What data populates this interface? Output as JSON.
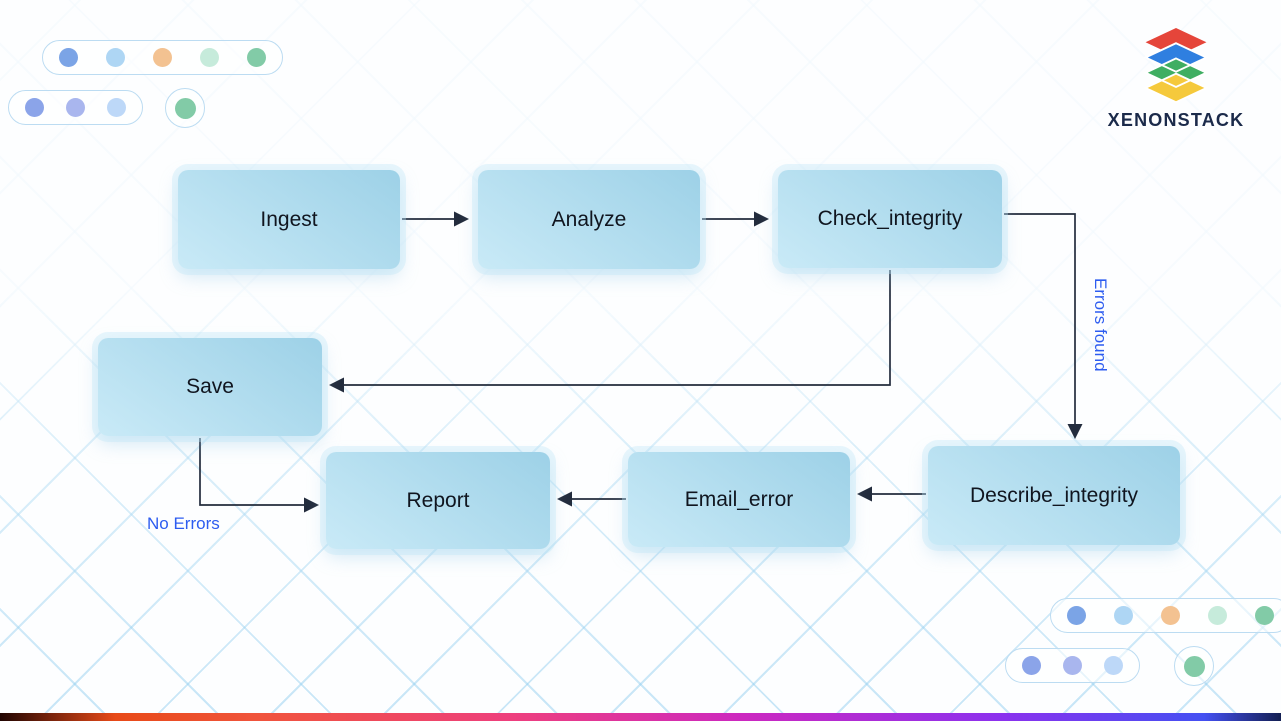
{
  "brand": {
    "name": "XENONSTACK"
  },
  "flowchart": {
    "nodes": [
      {
        "id": "ingest",
        "label": "Ingest"
      },
      {
        "id": "analyze",
        "label": "Analyze"
      },
      {
        "id": "check_integrity",
        "label": "Check_integrity"
      },
      {
        "id": "save",
        "label": "Save"
      },
      {
        "id": "report",
        "label": "Report"
      },
      {
        "id": "email_error",
        "label": "Email_error"
      },
      {
        "id": "describe_integrity",
        "label": "Describe_integrity"
      }
    ],
    "edges": [
      {
        "from": "Ingest",
        "to": "Analyze",
        "label": ""
      },
      {
        "from": "Analyze",
        "to": "Check_integrity",
        "label": ""
      },
      {
        "from": "Check_integrity",
        "to": "Describe_integrity",
        "label": "Errors found"
      },
      {
        "from": "Check_integrity",
        "to": "Save",
        "label": ""
      },
      {
        "from": "Save",
        "to": "Report",
        "label": "No Errors"
      },
      {
        "from": "Describe_integrity",
        "to": "Email_error",
        "label": ""
      },
      {
        "from": "Email_error",
        "to": "Report",
        "label": ""
      }
    ],
    "edge_labels": {
      "errors_found": "Errors found",
      "no_errors": "No Errors"
    }
  },
  "colors": {
    "node_fill_light": "#c9eaf7",
    "node_fill_dark": "#9dd1e7",
    "edge_line": "#232c3d",
    "edge_label_text": "#2d5cf0",
    "grid_line": "#78c3eb",
    "logo_red": "#e5453a",
    "logo_blue": "#2f7fe0",
    "logo_green": "#3fae62",
    "logo_yellow": "#f5c93c",
    "brand_text": "#1b2a4a"
  }
}
